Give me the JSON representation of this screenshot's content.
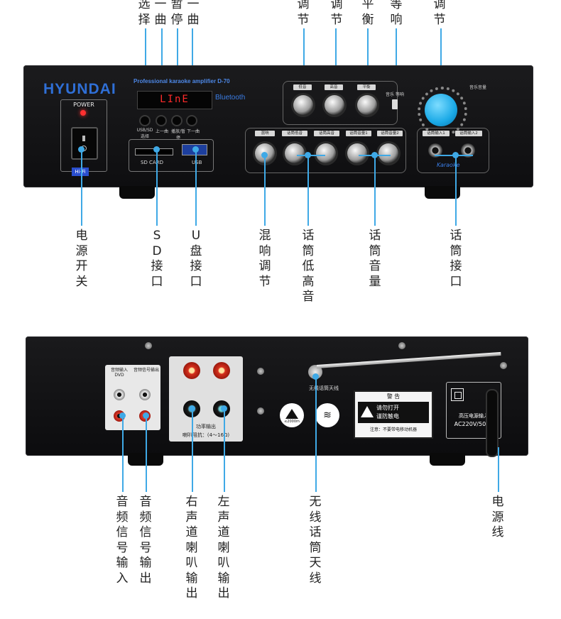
{
  "front_panel": {
    "brand": "HYUNDAI",
    "model_line": "Professional karaoke amplifier  D-70",
    "bluetooth": "Bluetooth",
    "power_label": "POWER",
    "display_text": "LInE",
    "hifi_badge": "Hi-Fi",
    "sd_label": "SD CARD",
    "usb_label": "USB",
    "karaoke_label": "Karaoke",
    "music_volume_label": "音乐音量",
    "button_labels": [
      "USB/SD 选择",
      "上一曲",
      "播放/暂停",
      "下一曲"
    ],
    "top_tags": [
      "低音",
      "高音",
      "平衡"
    ],
    "lower_tags": [
      "混响",
      "话筒低音",
      "话筒高音",
      "话筒音量1",
      "话筒音量2"
    ],
    "mic_tags": [
      "话筒输入1",
      "话筒输入2"
    ],
    "switch_label": "音乐 等响"
  },
  "top_callouts": [
    {
      "text": "选择"
    },
    {
      "text": "一曲"
    },
    {
      "text": "暂停"
    },
    {
      "text": "一曲"
    },
    {
      "text": "调节"
    },
    {
      "text": "调节"
    },
    {
      "text": "平衡"
    },
    {
      "text": "等响"
    },
    {
      "text": "调节"
    }
  ],
  "front_callouts": [
    {
      "text": "电源开关"
    },
    {
      "text": "SD接口"
    },
    {
      "text": "U盘接口"
    },
    {
      "text": "混响调节"
    },
    {
      "text": "话筒低高音"
    },
    {
      "text": "话筒音量"
    },
    {
      "text": "话筒接口"
    }
  ],
  "back_panel": {
    "rca_in_label": "音频输入 DVD",
    "rca_out_label": "音频信号输出",
    "speaker_out_label": "功率输出",
    "impedance_label": "喇叭阻抗：(4～16Ω)",
    "antenna_label": "无线话筒天线",
    "warning_title": "警  告",
    "warning_line1": "请勿打开",
    "warning_line2": "谨防触电",
    "warning_note": "注意：不要带电移动机器",
    "altitude_label": "≤2000m",
    "power_input_label": "高压电源输入",
    "power_rating": "AC220V/50Hz"
  },
  "back_callouts": [
    {
      "text": "音频信号输入"
    },
    {
      "text": "音频信号输出"
    },
    {
      "text": "右声道喇叭输出"
    },
    {
      "text": "左声道喇叭输出"
    },
    {
      "text": "无线话筒天线"
    },
    {
      "text": "电源线"
    }
  ],
  "colors": {
    "accent": "#3fa9e6",
    "brand": "#2f6fd6",
    "display": "#ff2a2a",
    "knob_blue": "#25b8f0"
  }
}
